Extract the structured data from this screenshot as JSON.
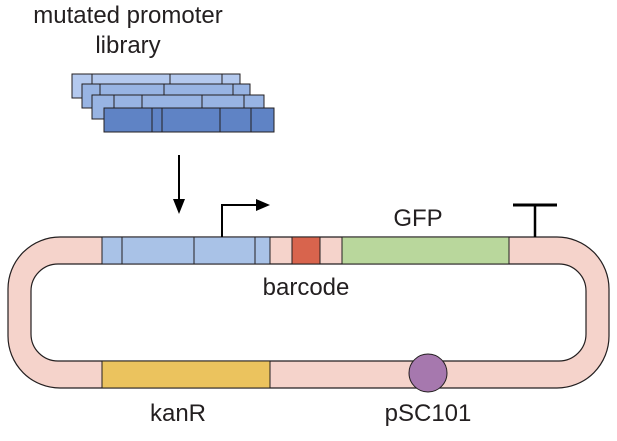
{
  "labels": {
    "library_line1": "mutated promoter",
    "library_line2": "library",
    "gfp": "GFP",
    "barcode": "barcode",
    "kanr": "kanR",
    "origin": "pSC101"
  },
  "colors": {
    "backbone_fill": "#f5d3cb",
    "backbone_stroke": "#231f20",
    "promoter_fill": "#a9c2e7",
    "library_light": "#b4c9ee",
    "library_mid": "#98b4e3",
    "library_dark": "#5f83c5",
    "barcode_fill": "#d8644d",
    "gfp_fill": "#b9d79c",
    "kanr_fill": "#ebc35e",
    "origin_fill": "#a678ae",
    "arrow": "#000000"
  },
  "icons": {
    "insert_arrow": "down-arrow-icon",
    "promoter_arrow": "transcription-start-arrow-icon",
    "terminator": "terminator-icon"
  }
}
